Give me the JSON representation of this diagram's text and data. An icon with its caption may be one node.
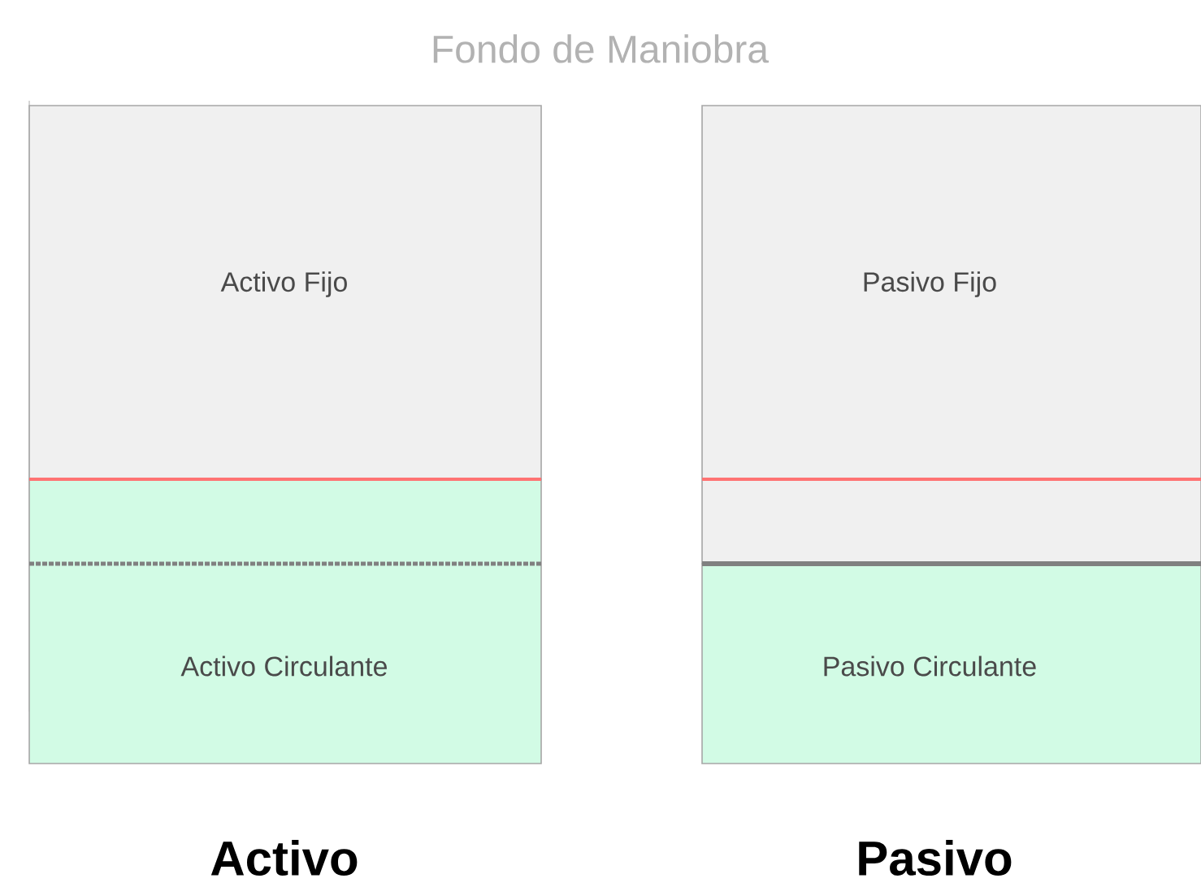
{
  "diagram": {
    "title": "Fondo de Maniobra",
    "nodes": [
      {
        "text": [
          "Activo Fijo"
        ]
      },
      {
        "text": [
          "Activo Circulante"
        ]
      },
      {
        "text": [
          "Pasivo Fijo"
        ]
      },
      {
        "text": [
          "Pasivo Circulante"
        ]
      }
    ],
    "labels": [
      "Activo",
      "Pasivo"
    ]
  }
}
